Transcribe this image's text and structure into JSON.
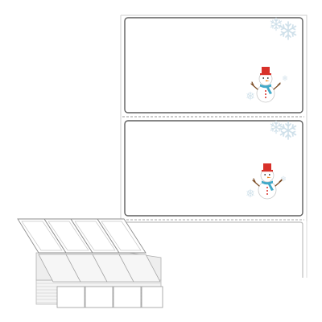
{
  "product": {
    "type": "fanfold label stack with snowman labels",
    "visible_labels": 2,
    "partial_labels": 1,
    "stack_columns": 4
  },
  "colors": {
    "label_border": "#5f5f5f",
    "perforation": "#9a9a9a",
    "snowflake": "#cfe0ea",
    "snowman_hat": "#d8312a",
    "snowman_scarf": "#41a9c8",
    "snowman_body": "#ffffff"
  },
  "icons": [
    "snowman-icon",
    "snowflake-icon"
  ]
}
